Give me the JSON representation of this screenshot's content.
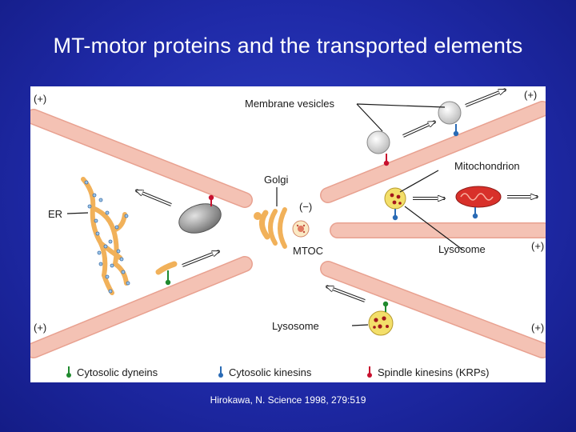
{
  "title": "MT-motor proteins and the transported elements",
  "caption": "Hirokawa, N. Science 1998, 279:519",
  "labels": {
    "plus": "(+)",
    "minus": "(−)",
    "membrane_vesicles": "Membrane vesicles",
    "mitochondrion": "Mitochondrion",
    "golgi": "Golgi",
    "er": "ER",
    "mtoc": "MTOC",
    "lysosome": "Lysosome",
    "lysosome_lower": "Lysosome"
  },
  "legend": [
    {
      "label": "Cytosolic dyneins",
      "color": "#1f8a2e"
    },
    {
      "label": "Cytosolic kinesins",
      "color": "#2a6bb5"
    },
    {
      "label": "Spindle kinesins (KRPs)",
      "color": "#c8102e"
    }
  ],
  "colors": {
    "microtubule": "#f4c2b4",
    "microtubule_edge": "#e8a190",
    "organelle_orange": "#f1b15a",
    "mitochondrion": "#d8302a",
    "lysosome_fill": "#f3df6a",
    "lysosome_dots": "#a3171c",
    "vesicle": "#e9e9e9",
    "golgi_body": "#9a9a9a"
  }
}
